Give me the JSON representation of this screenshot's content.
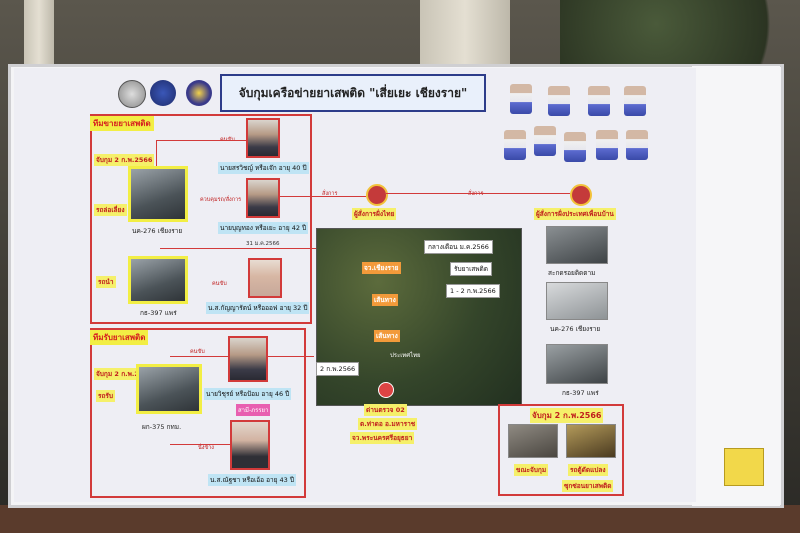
{
  "poster": {
    "title": "จับกุมเครือข่ายยาเสพติด \"เสี่ยเยะ เชียงราย\"",
    "team_sell_header": "ทีมขายยาเสพติด",
    "team_receive_header": "ทีมรับยาเสพติด",
    "arrest_date_1": "จับกุม 2 ก.พ.2566",
    "arrest_date_2": "จับกุม 2 ก.พ.2566",
    "car_1_role": "รถล่อเลี่ยง",
    "car_1_plate": "นค-276 เชียงราย",
    "car_2_role": "รถนำ",
    "car_2_plate": "กธ-397 แพร่",
    "car_3_role": "รถรับ",
    "car_3_plate": "ผก-375 กทม.",
    "person_1": "นายสรวิชญ์ หรือเจ๊ก อายุ 40 ปี",
    "person_2": "นายบุญทอง หรือเยะ อายุ 42 ปี",
    "person_3": "น.ส.กัญญารัตน์ หรือออฟ อายุ 32 ปี",
    "person_4": "นายวิชุรย์ หรือป้อม อายุ 46 ปี",
    "person_5": "น.ส.ณัฐชา หรือเอ้อ อายุ 43 ปี",
    "role_driver_1": "คนขับ",
    "role_escort": "ควบคุมรถ/สั่งการ",
    "role_driver_2": "คนขับ",
    "role_driver_3": "คนขับ",
    "role_passenger": "นั่งข้าง",
    "role_wife": "สามี-ภรรยา",
    "label_order_1": "สั่งการ",
    "label_order_2": "สั่งการ",
    "commander": "ผู้สั่งการฝั่งไทย",
    "remote_commander": "ผู้สั่งการฝั่งประเทศเพื่อนบ้าน",
    "date_31_jan": "31 ม.ค.2566",
    "date_2_feb": "2 ก.พ.2566",
    "map_mid_jan": "กลางเดือน ม.ค.2566",
    "map_receive": "รับยาเสพติด",
    "map_1_2_feb": "1 - 2 ก.พ.2566",
    "map_chiang_rai": "จว.เชียงราย",
    "map_route_1": "เส้นทาง",
    "map_route_2": "เส้นทาง",
    "map_country": "ประเทศไทย",
    "checkpoint_1": "ด่านตรวจ 02",
    "checkpoint_2": "ต.ท่าดอ อ.มหาราช",
    "checkpoint_3": "จว.พระนครศรีอยุธยา",
    "car_photo_1": "สะกดรอยติดตาม",
    "car_photo_2": "นค-276 เชียงราย",
    "car_photo_3": "กธ-397 แพร่",
    "arrest_box_title": "จับกุม 2 ก.พ.2566",
    "arrest_box_1": "ขณะจับกุม",
    "arrest_box_2": "รถตู้ดัดแปลง",
    "arrest_box_3": "ซุกซ่อนยาเสพติด"
  }
}
